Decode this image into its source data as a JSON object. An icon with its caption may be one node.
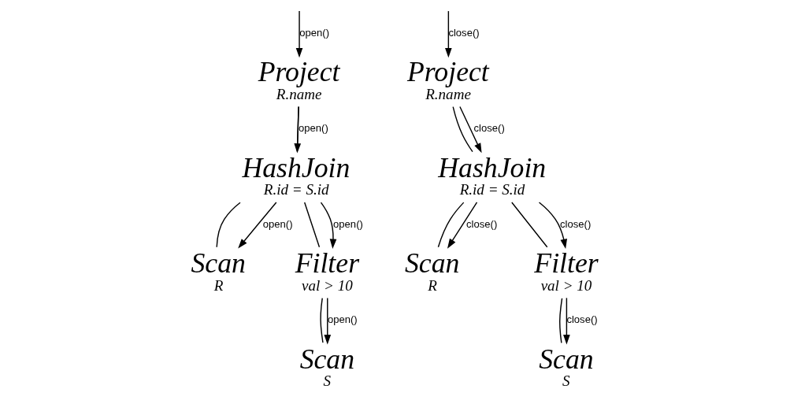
{
  "diagram": {
    "nodes": [
      {
        "text": [
          "Project",
          "R.name"
        ]
      },
      {
        "text": [
          "HashJoin",
          "R.id = S.id"
        ]
      },
      {
        "text": [
          "Scan",
          "R"
        ]
      },
      {
        "text": [
          "Filter",
          "val > 10"
        ]
      },
      {
        "text": [
          "Scan",
          "S"
        ]
      },
      {
        "text": [
          "Project",
          "R.name"
        ]
      },
      {
        "text": [
          "HashJoin",
          "R.id = S.id"
        ]
      },
      {
        "text": [
          "Scan",
          "R"
        ]
      },
      {
        "text": [
          "Filter",
          "val > 10"
        ]
      },
      {
        "text": [
          "Scan",
          "S"
        ]
      }
    ],
    "edges": [
      {
        "from": null,
        "to": 0,
        "arrow": "to",
        "label": "open()"
      },
      {
        "from": 0,
        "to": 1,
        "arrow": "none"
      },
      {
        "from": 0,
        "to": 1,
        "arrow": "to",
        "label": "open()"
      },
      {
        "from": 1,
        "to": 2,
        "arrow": "none"
      },
      {
        "from": 1,
        "to": 2,
        "arrow": "to",
        "label": "open()"
      },
      {
        "from": 1,
        "to": 3,
        "arrow": "none"
      },
      {
        "from": 1,
        "to": 3,
        "arrow": "to",
        "label": "open()"
      },
      {
        "from": 3,
        "to": 4,
        "arrow": "none"
      },
      {
        "from": 3,
        "to": 4,
        "arrow": "to",
        "label": "open()"
      },
      {
        "from": null,
        "to": 5,
        "arrow": "to",
        "label": "close()"
      },
      {
        "from": 5,
        "to": 6,
        "arrow": "none"
      },
      {
        "from": 5,
        "to": 6,
        "arrow": "to",
        "label": "close()"
      },
      {
        "from": 6,
        "to": 7,
        "arrow": "none"
      },
      {
        "from": 6,
        "to": 7,
        "arrow": "to",
        "label": "close()"
      },
      {
        "from": 6,
        "to": 8,
        "arrow": "none"
      },
      {
        "from": 6,
        "to": 8,
        "arrow": "to",
        "label": "close()"
      },
      {
        "from": 8,
        "to": 9,
        "arrow": "none"
      },
      {
        "from": 8,
        "to": 9,
        "arrow": "to",
        "label": "close()"
      }
    ]
  }
}
